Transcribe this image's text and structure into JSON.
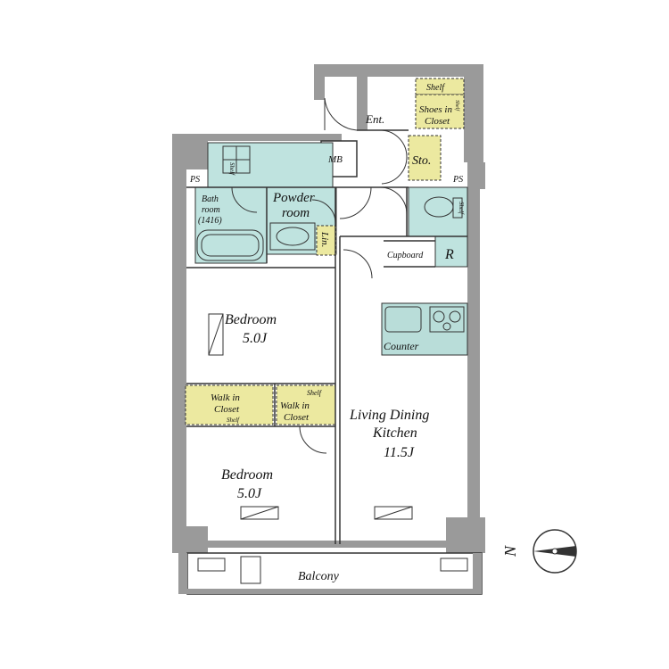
{
  "colors": {
    "wall": "#9a9a9a",
    "wet_area": "#bfe3df",
    "storage": "#ece9a0",
    "counter": "#b9ddd9",
    "line": "#333333"
  },
  "compass": {
    "north_label": "N"
  },
  "rooms": {
    "entrance": {
      "label": "Ent."
    },
    "shelf_top": {
      "label": "Shelf"
    },
    "shoes_closet": {
      "label_line1": "Shoes in",
      "label_line2": "Closet",
      "shelf": "Shelf"
    },
    "storage": {
      "label": "Sto."
    },
    "mb": {
      "label": "MB"
    },
    "ps_left": {
      "label": "PS"
    },
    "ps_right": {
      "label": "PS"
    },
    "bathroom": {
      "label_line1": "Bath",
      "label_line2": "room",
      "label_line3": "(1416)"
    },
    "powder_room": {
      "label_line1": "Powder",
      "label_line2": "room"
    },
    "linen": {
      "label": "Lin."
    },
    "toilet_shelf": {
      "label": "Shelf"
    },
    "shower_shelf": {
      "label": "Shelf"
    },
    "cupboard": {
      "label": "Cupboard"
    },
    "refrigerator": {
      "label": "R"
    },
    "counter": {
      "label": "Counter"
    },
    "bedroom_upper": {
      "label_line1": "Bedroom",
      "label_line2": "5.0J"
    },
    "wic_left": {
      "label_line1": "Walk in",
      "label_line2": "Closet",
      "shelf": "Shelf"
    },
    "wic_right": {
      "label_line1": "Walk in",
      "label_line2": "Closet",
      "shelf": "Shelf"
    },
    "bedroom_lower": {
      "label_line1": "Bedroom",
      "label_line2": "5.0J"
    },
    "ldk": {
      "label_line1": "Living Dining",
      "label_line2": "Kitchen",
      "label_line3": "11.5J"
    },
    "balcony": {
      "label": "Balcony"
    }
  }
}
